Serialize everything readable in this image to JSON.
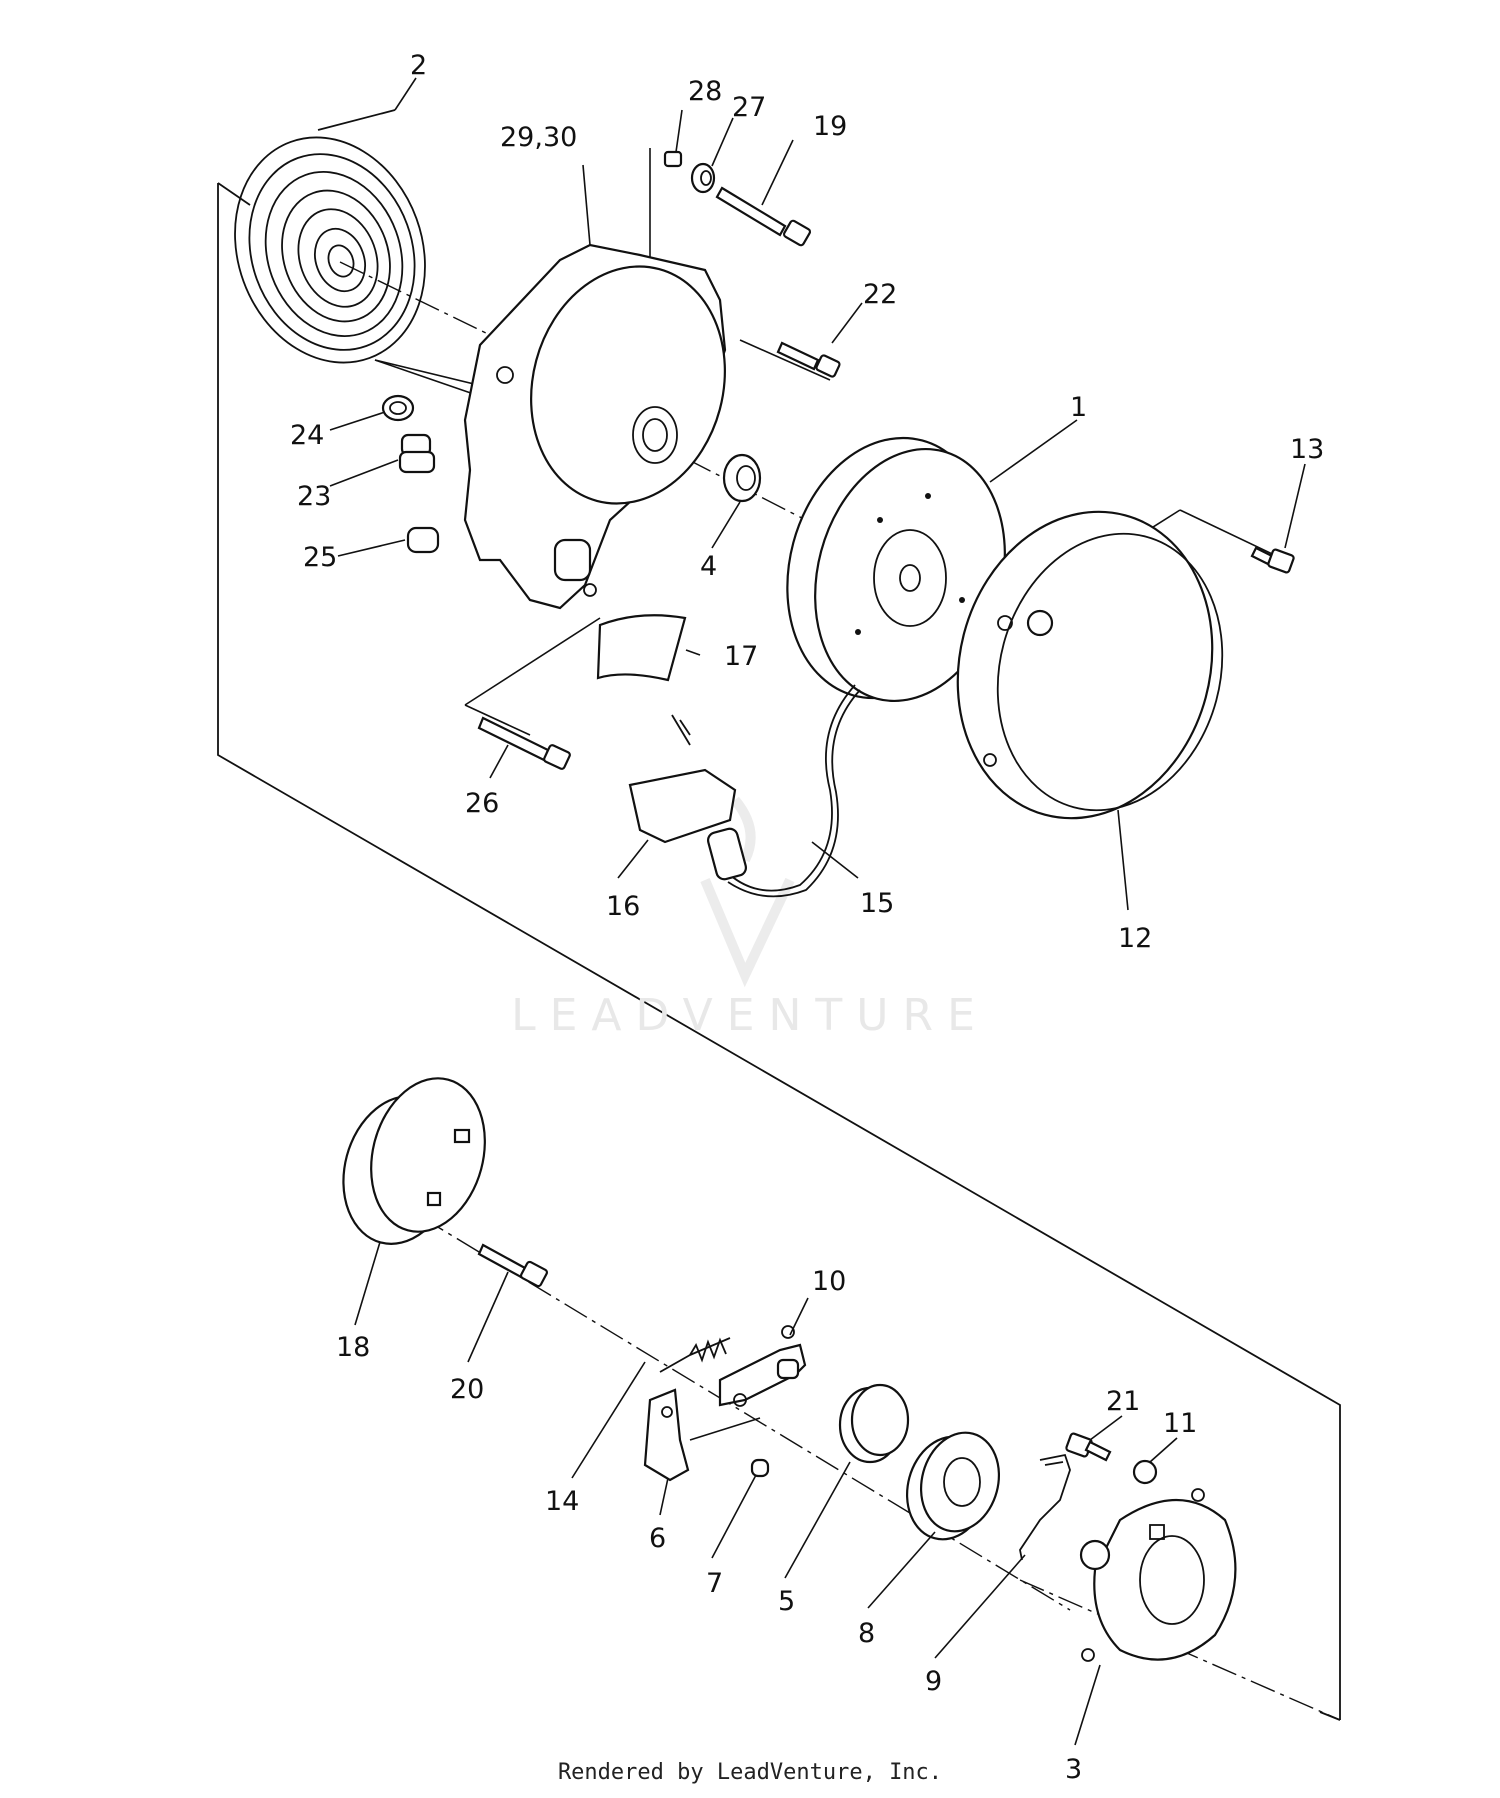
{
  "diagram": {
    "callouts": [
      {
        "id": "c2",
        "label": "2"
      },
      {
        "id": "c29_30",
        "label": "29,30"
      },
      {
        "id": "c28",
        "label": "28"
      },
      {
        "id": "c27",
        "label": "27"
      },
      {
        "id": "c19",
        "label": "19"
      },
      {
        "id": "c22",
        "label": "22"
      },
      {
        "id": "c24",
        "label": "24"
      },
      {
        "id": "c23",
        "label": "23"
      },
      {
        "id": "c25",
        "label": "25"
      },
      {
        "id": "c4",
        "label": "4"
      },
      {
        "id": "c1",
        "label": "1"
      },
      {
        "id": "c13",
        "label": "13"
      },
      {
        "id": "c17",
        "label": "17"
      },
      {
        "id": "c26",
        "label": "26"
      },
      {
        "id": "c16",
        "label": "16"
      },
      {
        "id": "c15",
        "label": "15"
      },
      {
        "id": "c12",
        "label": "12"
      },
      {
        "id": "c10",
        "label": "10"
      },
      {
        "id": "c18",
        "label": "18"
      },
      {
        "id": "c20",
        "label": "20"
      },
      {
        "id": "c21",
        "label": "21"
      },
      {
        "id": "c11",
        "label": "11"
      },
      {
        "id": "c14",
        "label": "14"
      },
      {
        "id": "c6",
        "label": "6"
      },
      {
        "id": "c7",
        "label": "7"
      },
      {
        "id": "c5",
        "label": "5"
      },
      {
        "id": "c8",
        "label": "8"
      },
      {
        "id": "c9",
        "label": "9"
      },
      {
        "id": "c3",
        "label": "3"
      }
    ]
  },
  "watermark": {
    "text": "LEADVENTURE"
  },
  "footer": {
    "text": "Rendered by LeadVenture, Inc."
  }
}
